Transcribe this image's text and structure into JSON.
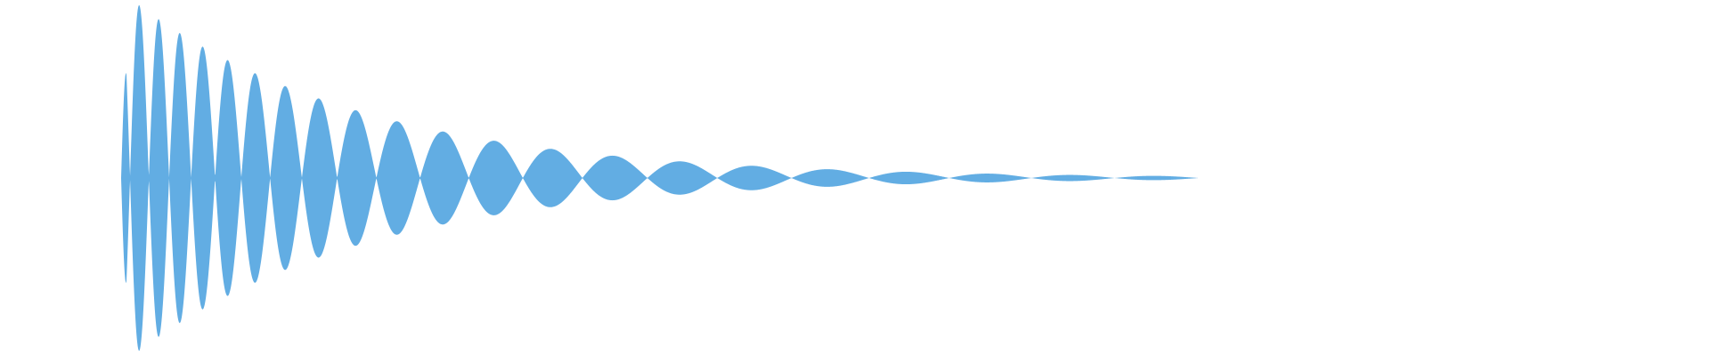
{
  "waveform": {
    "fill_color": "#62ade3",
    "background_color": "#ffffff",
    "initial_amplitude": 1.0,
    "decay": "exponential",
    "envelope_amplitudes_sample": [
      1.0,
      0.86,
      0.62,
      0.46,
      0.36,
      0.27,
      0.2,
      0.14,
      0.09,
      0.06,
      0.04,
      0.025,
      0.015,
      0.01
    ]
  }
}
